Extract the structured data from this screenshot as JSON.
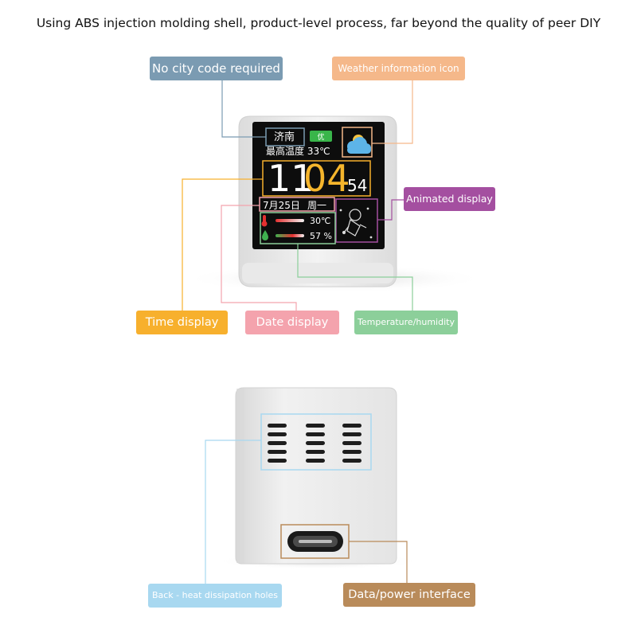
{
  "headline": "Using ABS injection molding shell, product-level process, far beyond the quality of peer DIY",
  "labels": {
    "city_code": "No city code required",
    "weather_icon": "Weather information icon",
    "animated": "Animated display",
    "time": "Time display",
    "date": "Date display",
    "temp_humidity": "Temperature/humidity",
    "back_holes": "Back - heat dissipation holes",
    "data_power": "Data/power interface"
  },
  "screen": {
    "city": "济南",
    "air_quality": "优",
    "max_temp": "最高温度 33℃",
    "hour": "11",
    "minute": "04",
    "second": "54",
    "date": "7月25日",
    "weekday": "周一",
    "temperature": "30℃",
    "humidity": "57 %"
  },
  "colors": {
    "city_code": "#7b9bb2",
    "weather_icon": "#f5b88a",
    "animated": "#a44fa0",
    "time": "#f7b02d",
    "date": "#f4a3ad",
    "temp_humidity": "#8ccf9a",
    "back_holes": "#a8d8f0",
    "data_power": "#b98b5a"
  }
}
